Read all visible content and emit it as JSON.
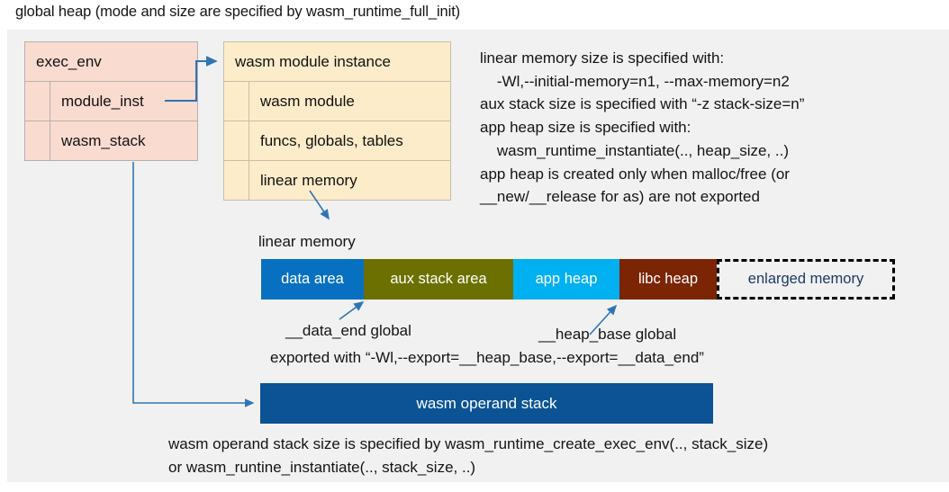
{
  "title": "global heap (mode and size are specified by wasm_runtime_full_init)",
  "exec_env": {
    "header": "exec_env",
    "rows": [
      "module_inst",
      "wasm_stack"
    ]
  },
  "module_instance": {
    "header": "wasm module instance",
    "rows": [
      "wasm module",
      "funcs, globals, tables",
      "linear memory"
    ]
  },
  "notes": {
    "right_block": "linear memory size is specified with:\n    -Wl,--initial-memory=n1, --max-memory=n2\naux stack size is specified with “-z stack-size=n”\napp heap size is specified with:\n    wasm_runtime_instantiate(.., heap_size, ..)\napp heap is created only when malloc/free (or\n__new/__release for as) are not exported",
    "operand_block": "wasm operand stack size is specified by wasm_runtime_create_exec_env(.., stack_size)\nor wasm_runtine_instantiate(.., stack_size, ..)"
  },
  "linear_memory": {
    "label": "linear memory",
    "segments": [
      {
        "label": "data area",
        "color": "#0870c0",
        "width": 114
      },
      {
        "label": "aux stack area",
        "color": "#6b7000",
        "width": 166
      },
      {
        "label": "app heap",
        "color": "#00b0f0",
        "width": 118
      },
      {
        "label": "libc heap",
        "color": "#7b2504",
        "width": 108
      },
      {
        "label": "enlarged memory",
        "color": "#f1f1f1",
        "width": 198,
        "dashed": true,
        "text_color": "#1f3864"
      }
    ]
  },
  "annotations": {
    "data_end": "__data_end global",
    "heap_base": "__heap_base global",
    "exported_with": "exported with “-Wl,--export=__heap_base,--export=__data_end”"
  },
  "operand_stack": {
    "label": "wasm operand stack"
  },
  "colors": {
    "panel_bg": "#f1f1f1",
    "exec_env_fill": "#fadbd0",
    "module_fill": "#fcecca",
    "arrow": "#2e75b6",
    "operand_fill": "#0b5394"
  }
}
